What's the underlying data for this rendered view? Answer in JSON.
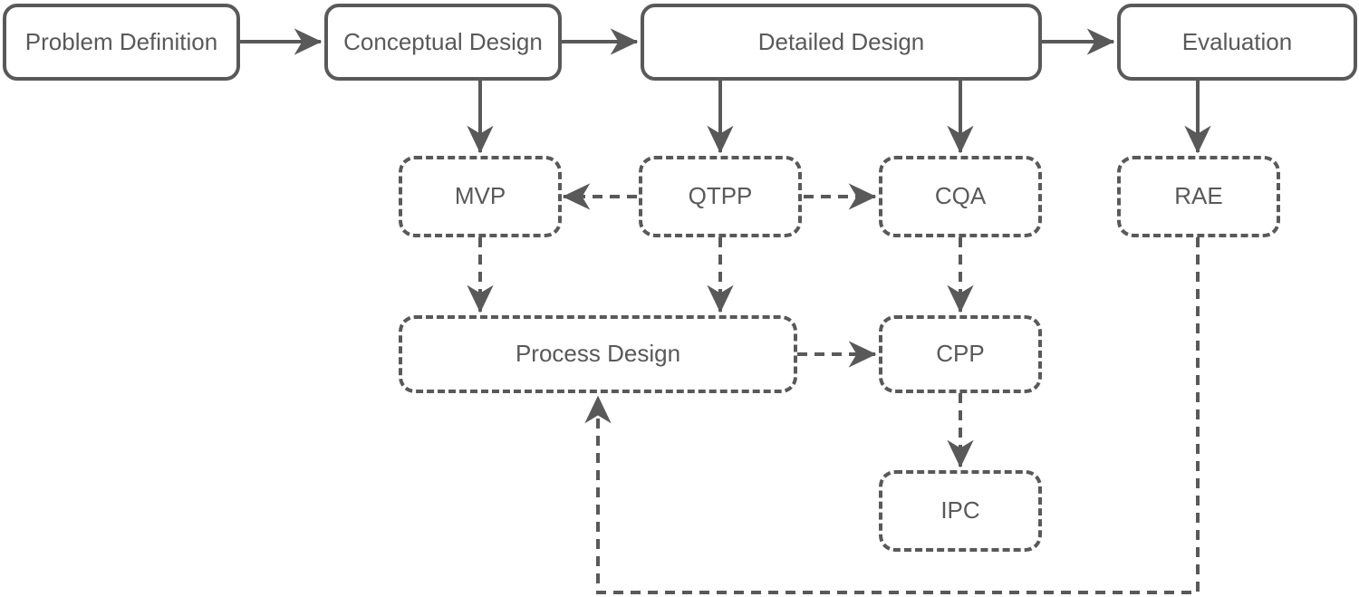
{
  "diagram": {
    "type": "flowchart",
    "background_color": "#ffffff",
    "stroke_color": "#595959",
    "text_color": "#595959",
    "nodes": {
      "problem_definition": {
        "label": "Problem Definition",
        "border": "solid"
      },
      "conceptual_design": {
        "label": "Conceptual Design",
        "border": "solid"
      },
      "detailed_design": {
        "label": "Detailed Design",
        "border": "solid"
      },
      "evaluation": {
        "label": "Evaluation",
        "border": "solid"
      },
      "mvp": {
        "label": "MVP",
        "border": "dashed"
      },
      "qtpp": {
        "label": "QTPP",
        "border": "dashed"
      },
      "cqa": {
        "label": "CQA",
        "border": "dashed"
      },
      "rae": {
        "label": "RAE",
        "border": "dashed"
      },
      "process_design": {
        "label": "Process Design",
        "border": "dashed"
      },
      "cpp": {
        "label": "CPP",
        "border": "dashed"
      },
      "ipc": {
        "label": "IPC",
        "border": "dashed"
      }
    },
    "edges": [
      {
        "from": "problem_definition",
        "to": "conceptual_design",
        "style": "solid",
        "direction": "right"
      },
      {
        "from": "conceptual_design",
        "to": "detailed_design",
        "style": "solid",
        "direction": "right"
      },
      {
        "from": "detailed_design",
        "to": "evaluation",
        "style": "solid",
        "direction": "right"
      },
      {
        "from": "conceptual_design",
        "to": "mvp",
        "style": "solid",
        "direction": "down"
      },
      {
        "from": "detailed_design",
        "to": "qtpp",
        "style": "solid",
        "direction": "down"
      },
      {
        "from": "detailed_design",
        "to": "cqa",
        "style": "solid",
        "direction": "down"
      },
      {
        "from": "evaluation",
        "to": "rae",
        "style": "solid",
        "direction": "down"
      },
      {
        "from": "qtpp",
        "to": "mvp",
        "style": "dashed",
        "direction": "left"
      },
      {
        "from": "qtpp",
        "to": "cqa",
        "style": "dashed",
        "direction": "right"
      },
      {
        "from": "mvp",
        "to": "process_design",
        "style": "dashed",
        "direction": "down"
      },
      {
        "from": "qtpp",
        "to": "process_design",
        "style": "dashed",
        "direction": "down"
      },
      {
        "from": "cqa",
        "to": "cpp",
        "style": "dashed",
        "direction": "down"
      },
      {
        "from": "process_design",
        "to": "cpp",
        "style": "dashed",
        "direction": "right"
      },
      {
        "from": "cpp",
        "to": "ipc",
        "style": "dashed",
        "direction": "down"
      },
      {
        "from": "rae",
        "to": "process_design",
        "style": "dashed",
        "direction": "down-left-up"
      }
    ]
  }
}
